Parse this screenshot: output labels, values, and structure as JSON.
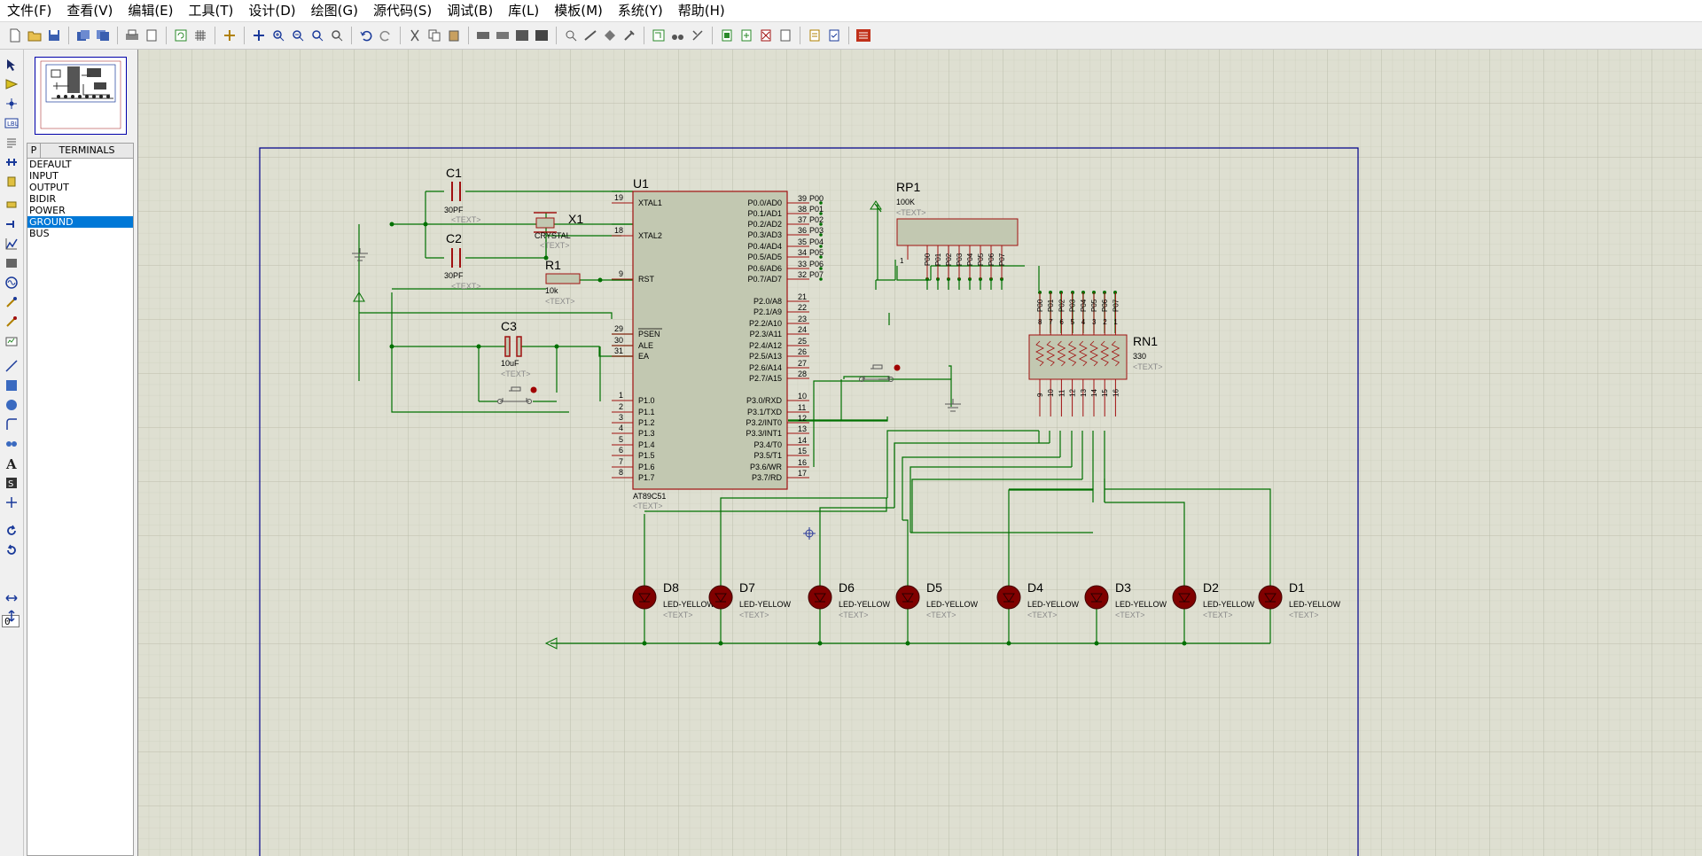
{
  "menu": [
    "文件(F)",
    "查看(V)",
    "编辑(E)",
    "工具(T)",
    "设计(D)",
    "绘图(G)",
    "源代码(S)",
    "调试(B)",
    "库(L)",
    "模板(M)",
    "系统(Y)",
    "帮助(H)"
  ],
  "selector": {
    "mode_button": "P",
    "title": "TERMINALS",
    "items": [
      "DEFAULT",
      "INPUT",
      "OUTPUT",
      "BIDIR",
      "POWER",
      "GROUND",
      "BUS"
    ],
    "selected": "GROUND"
  },
  "rotation_angle": "0",
  "colors": {
    "wire": "#007000",
    "body_fill": "#c2c8b1",
    "body_stroke": "#a01010",
    "led_fill": "#800000",
    "sheet": "#00008b",
    "grid_bg": "#dedfd1"
  },
  "schematic": {
    "u1": {
      "ref": "U1",
      "part": "AT89C51",
      "text": "<TEXT>",
      "left_pins": [
        {
          "num": "19",
          "name": "XTAL1"
        },
        {
          "num": "18",
          "name": "XTAL2"
        },
        {
          "num": "9",
          "name": "RST"
        },
        {
          "num": "29",
          "name": "PSEN"
        },
        {
          "num": "30",
          "name": "ALE"
        },
        {
          "num": "31",
          "name": "EA"
        },
        {
          "num": "1",
          "name": "P1.0"
        },
        {
          "num": "2",
          "name": "P1.1"
        },
        {
          "num": "3",
          "name": "P1.2"
        },
        {
          "num": "4",
          "name": "P1.3"
        },
        {
          "num": "5",
          "name": "P1.4"
        },
        {
          "num": "6",
          "name": "P1.5"
        },
        {
          "num": "7",
          "name": "P1.6"
        },
        {
          "num": "8",
          "name": "P1.7"
        }
      ],
      "right_pins": [
        {
          "num": "39",
          "name": "P0.0/AD0",
          "net": "P00"
        },
        {
          "num": "38",
          "name": "P0.1/AD1",
          "net": "P01"
        },
        {
          "num": "37",
          "name": "P0.2/AD2",
          "net": "P02"
        },
        {
          "num": "36",
          "name": "P0.3/AD3",
          "net": "P03"
        },
        {
          "num": "35",
          "name": "P0.4/AD4",
          "net": "P04"
        },
        {
          "num": "34",
          "name": "P0.5/AD5",
          "net": "P05"
        },
        {
          "num": "33",
          "name": "P0.6/AD6",
          "net": "P06"
        },
        {
          "num": "32",
          "name": "P0.7/AD7",
          "net": "P07"
        },
        {
          "num": "21",
          "name": "P2.0/A8"
        },
        {
          "num": "22",
          "name": "P2.1/A9"
        },
        {
          "num": "23",
          "name": "P2.2/A10"
        },
        {
          "num": "24",
          "name": "P2.3/A11"
        },
        {
          "num": "25",
          "name": "P2.4/A12"
        },
        {
          "num": "26",
          "name": "P2.5/A13"
        },
        {
          "num": "27",
          "name": "P2.6/A14"
        },
        {
          "num": "28",
          "name": "P2.7/A15"
        },
        {
          "num": "10",
          "name": "P3.0/RXD"
        },
        {
          "num": "11",
          "name": "P3.1/TXD"
        },
        {
          "num": "12",
          "name": "P3.2/INT0"
        },
        {
          "num": "13",
          "name": "P3.3/INT1"
        },
        {
          "num": "14",
          "name": "P3.4/T0"
        },
        {
          "num": "15",
          "name": "P3.5/T1"
        },
        {
          "num": "16",
          "name": "P3.6/WR"
        },
        {
          "num": "17",
          "name": "P3.7/RD"
        }
      ]
    },
    "c1": {
      "ref": "C1",
      "value": "30PF",
      "text": "<TEXT>"
    },
    "c2": {
      "ref": "C2",
      "value": "30PF",
      "text": "<TEXT>"
    },
    "x1": {
      "ref": "X1",
      "value": "CRYSTAL",
      "text": "<TEXT>"
    },
    "r1": {
      "ref": "R1",
      "value": "10k",
      "text": "<TEXT>"
    },
    "c3": {
      "ref": "C3",
      "value": "10uF",
      "text": "<TEXT>"
    },
    "rp1": {
      "ref": "RP1",
      "value": "100K",
      "text": "<TEXT>",
      "common_pin": "1",
      "nets": [
        "P00",
        "P01",
        "P02",
        "P03",
        "P04",
        "P05",
        "P06",
        "P07"
      ]
    },
    "rn1": {
      "ref": "RN1",
      "value": "330",
      "text": "<TEXT>",
      "top_pins": [
        "8",
        "7",
        "6",
        "5",
        "4",
        "3",
        "2",
        "1"
      ],
      "bottom_pins": [
        "9",
        "10",
        "11",
        "12",
        "13",
        "14",
        "15",
        "16"
      ],
      "nets": [
        "P00",
        "P01",
        "P02",
        "P03",
        "P04",
        "P05",
        "P06",
        "P07"
      ]
    },
    "leds": [
      {
        "ref": "D8",
        "value": "LED-YELLOW",
        "text": "<TEXT>"
      },
      {
        "ref": "D7",
        "value": "LED-YELLOW",
        "text": "<TEXT>"
      },
      {
        "ref": "D6",
        "value": "LED-YELLOW",
        "text": "<TEXT>"
      },
      {
        "ref": "D5",
        "value": "LED-YELLOW",
        "text": "<TEXT>"
      },
      {
        "ref": "D4",
        "value": "LED-YELLOW",
        "text": "<TEXT>"
      },
      {
        "ref": "D3",
        "value": "LED-YELLOW",
        "text": "<TEXT>"
      },
      {
        "ref": "D2",
        "value": "LED-YELLOW",
        "text": "<TEXT>"
      },
      {
        "ref": "D1",
        "value": "LED-YELLOW",
        "text": "<TEXT>"
      }
    ]
  }
}
